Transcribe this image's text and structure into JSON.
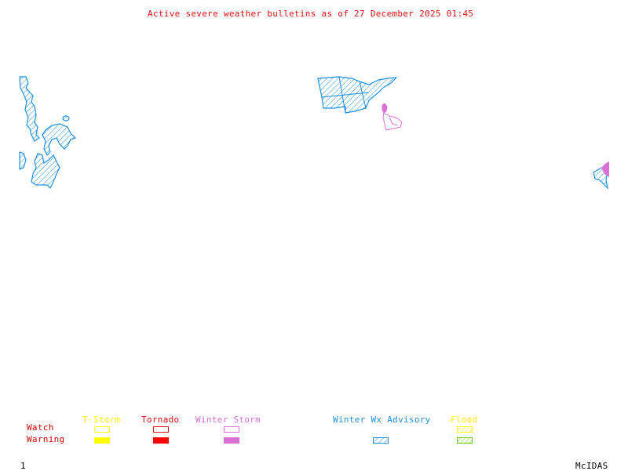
{
  "header": {
    "title": "Active severe weather bulletins as of 27 December 2025 01:45"
  },
  "legend": {
    "row_labels": {
      "watch": "Watch",
      "warning": "Warning"
    },
    "categories": [
      {
        "id": "tstorm",
        "label": "T-Storm",
        "color": "#ffff00",
        "watch_style": "outline",
        "warning_style": "solid"
      },
      {
        "id": "tornado",
        "label": "Tornado",
        "color": "#ff0000",
        "watch_style": "outline",
        "warning_style": "solid"
      },
      {
        "id": "winter-storm",
        "label": "Winter Storm",
        "color": "#da70d6",
        "watch_style": "outline",
        "warning_style": "solid"
      },
      {
        "id": "winter-wx-advisory",
        "label": "Winter Wx Advisory",
        "color": "#1e90e0",
        "watch_style": "none",
        "warning_style": "hatched"
      },
      {
        "id": "flood",
        "label": "Flood",
        "color": "#ffff00",
        "warning_color": "#66cc00",
        "watch_style": "hatched",
        "warning_style": "hatched"
      }
    ],
    "label_color": "#cc0000"
  },
  "map": {
    "regions": [
      {
        "name": "winter-wx-advisory-west",
        "type": "Winter Wx Advisory",
        "color": "#1e90e0"
      },
      {
        "name": "winter-wx-advisory-central",
        "type": "Winter Wx Advisory",
        "color": "#1e90e0"
      },
      {
        "name": "winter-storm-central",
        "type": "Winter Storm",
        "color": "#da70d6"
      },
      {
        "name": "winter-wx-advisory-east",
        "type": "Winter Wx Advisory",
        "color": "#1e90e0"
      },
      {
        "name": "winter-storm-warning-east",
        "type": "Winter Storm",
        "color": "#da70d6"
      }
    ]
  },
  "footer": {
    "frame_number": "1",
    "software": "McIDAS"
  }
}
